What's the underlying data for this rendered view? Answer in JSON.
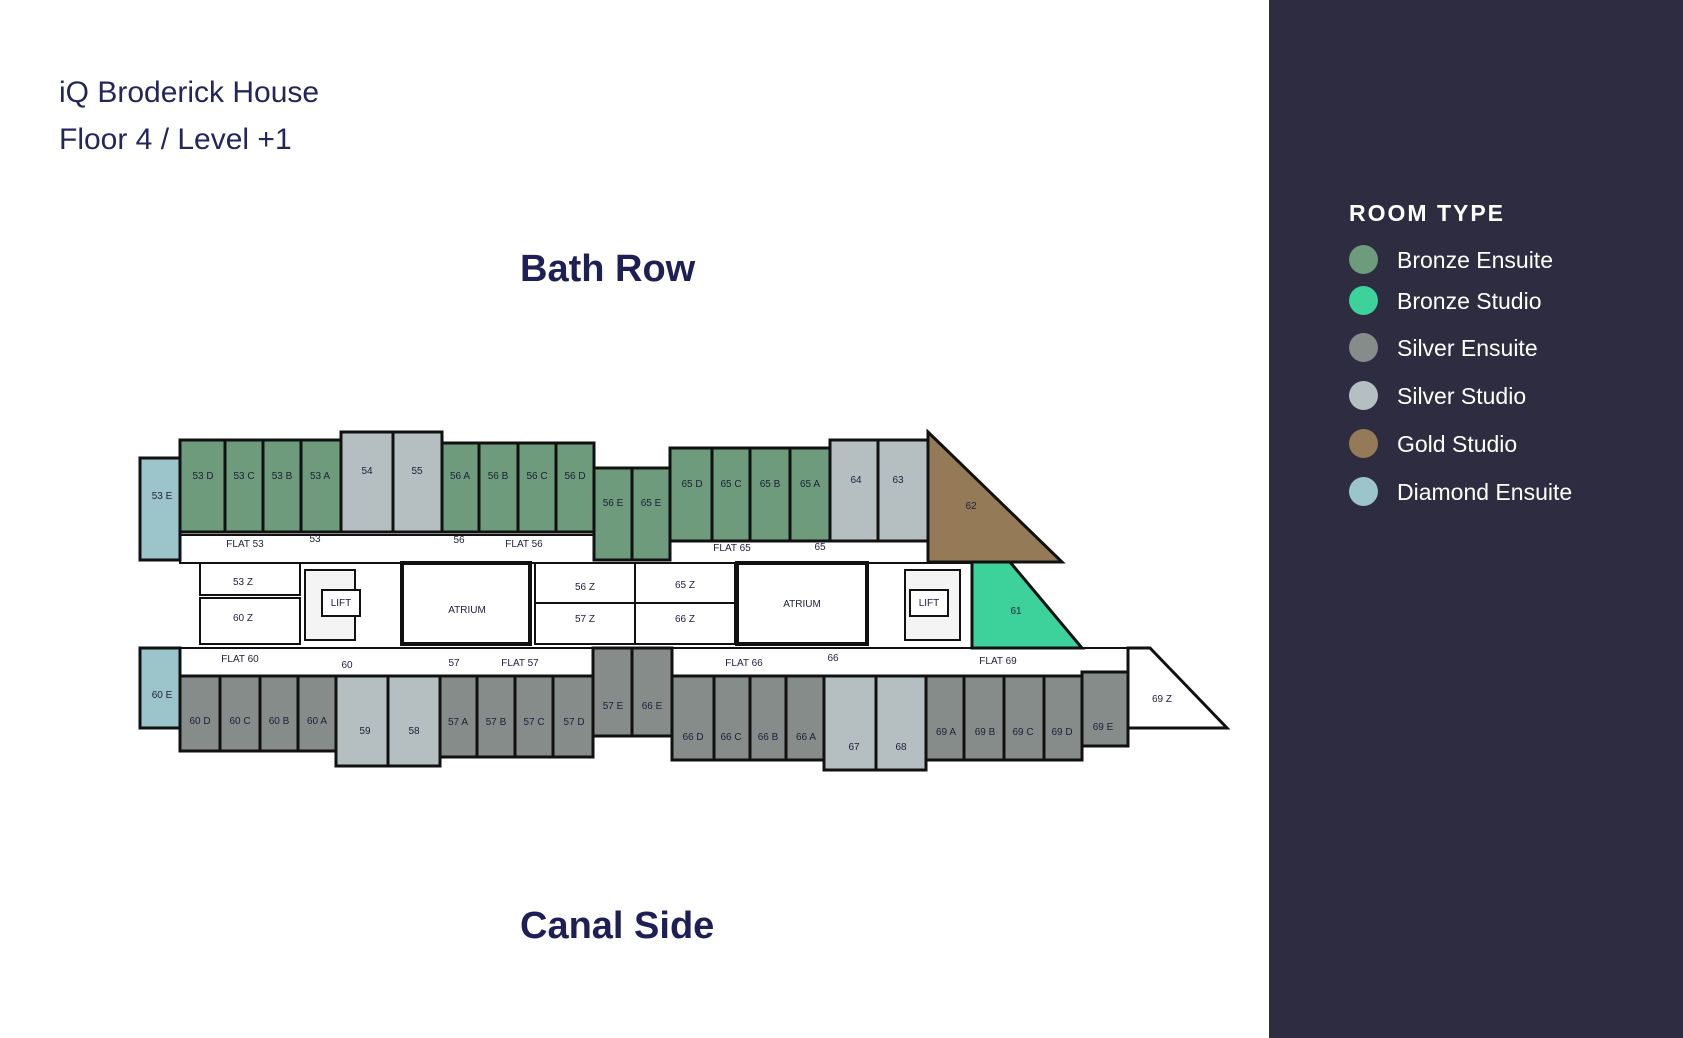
{
  "header": {
    "building": "iQ Broderick House",
    "floor": "Floor 4 / Level +1"
  },
  "streets": {
    "top": "Bath Row",
    "bottom": "Canal Side"
  },
  "legend": {
    "title": "ROOM TYPE",
    "items": [
      {
        "key": "bronze_ensuite",
        "label": "Bronze Ensuite",
        "color": "#6d9b7b"
      },
      {
        "key": "bronze_studio",
        "label": "Bronze Studio",
        "color": "#3dd19b"
      },
      {
        "key": "silver_ensuite",
        "label": "Silver Ensuite",
        "color": "#868c8a"
      },
      {
        "key": "silver_studio",
        "label": "Silver Studio",
        "color": "#b5bec0"
      },
      {
        "key": "gold_studio",
        "label": "Gold Studio",
        "color": "#957a57"
      },
      {
        "key": "diamond_ensuite",
        "label": "Diamond Ensuite",
        "color": "#9cc4cb"
      }
    ]
  },
  "rooms": {
    "r53D": "53 D",
    "r53C": "53 C",
    "r53B": "53 B",
    "r53A": "53 A",
    "r54": "54",
    "r55": "55",
    "r56A": "56 A",
    "r56B": "56 B",
    "r56C": "56 C",
    "r56D": "56 D",
    "r56E": "56 E",
    "r65E": "65 E",
    "r65D": "65 D",
    "r65C": "65 C",
    "r65B": "65 B",
    "r65A": "65 A",
    "r64": "64",
    "r63": "63",
    "r62": "62",
    "r53E": "53 E",
    "r61": "61",
    "r60E": "60 E",
    "r60D": "60 D",
    "r60C": "60 C",
    "r60B": "60 B",
    "r60A": "60 A",
    "r59": "59",
    "r58": "58",
    "r57A": "57 A",
    "r57B": "57 B",
    "r57C": "57 C",
    "r57D": "57 D",
    "r57E": "57 E",
    "r66E": "66 E",
    "r66D": "66 D",
    "r66C": "66 C",
    "r66B": "66 B",
    "r66A": "66 A",
    "r67": "67",
    "r68": "68",
    "r69A": "69 A",
    "r69B": "69 B",
    "r69C": "69 C",
    "r69D": "69 D",
    "r69E": "69 E",
    "r69Z": "69 Z",
    "r53Z": "53 Z",
    "r60Z": "60 Z",
    "r56Z": "56 Z",
    "r57Z": "57 Z",
    "r65Z": "65 Z",
    "r66Z": "66 Z"
  },
  "flats": {
    "f53": "FLAT 53",
    "f56": "FLAT 56",
    "f65": "FLAT 65",
    "f60": "FLAT 60",
    "f57": "FLAT 57",
    "f66": "FLAT 66",
    "f69": "FLAT 69",
    "n53": "53",
    "n56": "56",
    "n65": "65",
    "n60": "60",
    "n57": "57",
    "n66": "66"
  },
  "common": {
    "lift": "LIFT",
    "atrium": "ATRIUM"
  }
}
